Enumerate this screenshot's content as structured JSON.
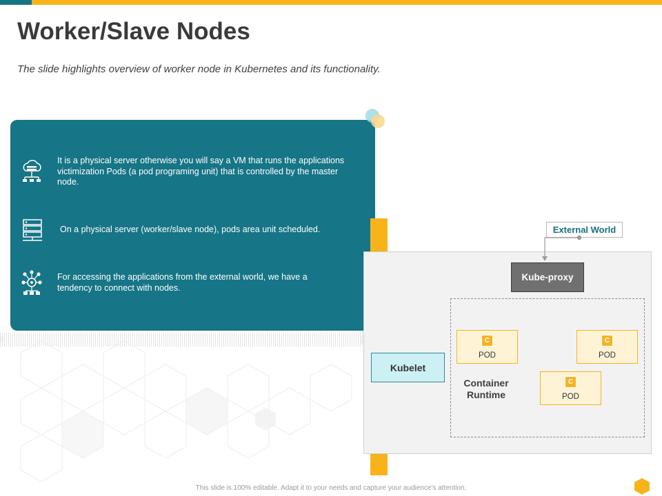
{
  "slide": {
    "title": "Worker/Slave Nodes",
    "subtitle": "The slide highlights overview of worker node in Kubernetes and its functionality.",
    "footer": "This slide is 100% editable. Adapt it to your needs and capture your audience's attention."
  },
  "features": [
    {
      "icon": "cloud-server-icon",
      "text": "It is a physical server otherwise you will say a VM that runs the applications victimization Pods (a pod programing unit) that is controlled by the master node."
    },
    {
      "icon": "server-rack-icon",
      "text": "On a physical server (worker/slave node), pods area unit scheduled."
    },
    {
      "icon": "network-nodes-icon",
      "text": "For accessing the applications from the external world, we have a tendency to connect with nodes."
    }
  ],
  "diagram": {
    "external_world": "External World",
    "kube_proxy": "Kube-proxy",
    "kubelet": "Kubelet",
    "container_runtime": "Container Runtime",
    "pods": [
      {
        "chip": "C",
        "label": "POD"
      },
      {
        "chip": "C",
        "label": "POD"
      },
      {
        "chip": "C",
        "label": "POD"
      }
    ]
  },
  "colors": {
    "teal": "#167586",
    "yellow": "#F8B31B",
    "kubelet_fill": "#cdf0f4",
    "pod_fill": "#fff3d6",
    "kube_proxy_fill": "#707070"
  }
}
